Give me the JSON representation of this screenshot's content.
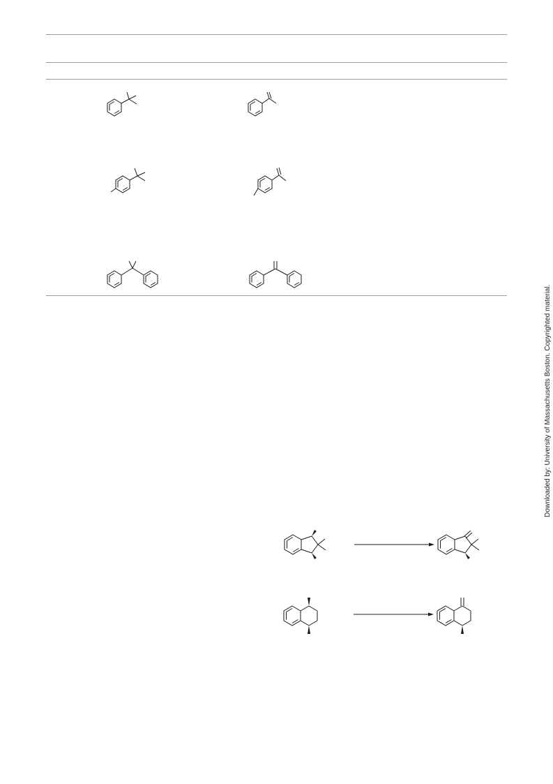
{
  "side_note": {
    "text": "Downloaded by: University of Massachusetts Boston. Copyrighted material."
  },
  "table": {
    "rows": [
      {
        "substrate": "tert-butylbenzene",
        "product": "alpha-methylstyrene"
      },
      {
        "substrate": "4-tert-butyltoluene",
        "product": "4-isopropenyltoluene"
      },
      {
        "substrate": "2,2-diphenylpropane",
        "product": "1,1-diphenylethylene"
      }
    ]
  },
  "schemes": [
    {
      "reactant": "indane-derivative",
      "product": "methylene-indane"
    },
    {
      "reactant": "tetralin-derivative",
      "product": "methylene-tetralin"
    }
  ]
}
